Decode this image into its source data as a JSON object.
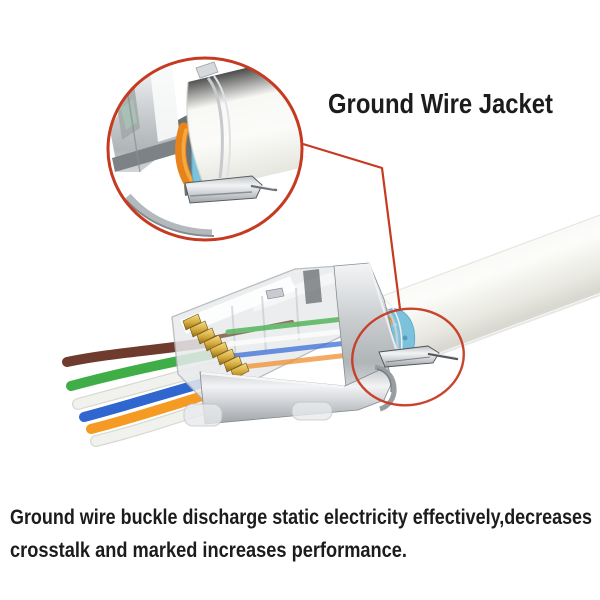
{
  "title_callout": {
    "label": "Ground Wire Jacket"
  },
  "caption": {
    "line1": "Ground wire buckle discharge static electricity effectively,decreases",
    "line2": "crosstalk and marked  increases performance."
  },
  "annotation": {
    "accent_red": "#c63a22",
    "highlight_elements": [
      "magnifier-circle",
      "leader-line",
      "buckle-highlight-ellipse"
    ]
  },
  "product": {
    "name": "shielded RJ45 pass-through connector with ground wire buckle on white cable",
    "cable_color": "#f4f4ef",
    "shield_silver": "#d9dcde",
    "pins_gold": "#c99b2e",
    "foil_blue": "#7cc2dc",
    "ground_wire_orange": "#e8831c",
    "pin_count": 8,
    "wires": [
      {
        "name": "brown",
        "color": "#6e3b2e"
      },
      {
        "name": "green",
        "color": "#3fae47"
      },
      {
        "name": "white",
        "color": "#f1f1ee"
      },
      {
        "name": "blue",
        "color": "#2f66d0"
      },
      {
        "name": "orange",
        "color": "#f59a23"
      },
      {
        "name": "white-2",
        "color": "#f1f1ee"
      }
    ]
  }
}
